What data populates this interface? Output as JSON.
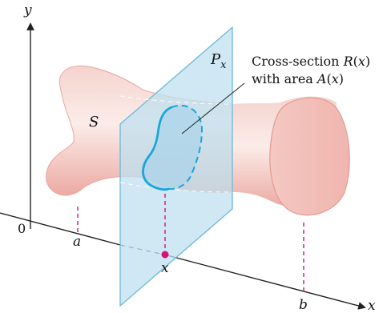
{
  "diagram": {
    "axis_labels": {
      "y": "y",
      "x": "x",
      "origin": "0"
    },
    "solid_label": "S",
    "plane_label": {
      "base": "P",
      "sub": "x"
    },
    "cross_section_text": {
      "line1_prefix": "Cross-section ",
      "line1_var": "R",
      "line1_paren_open": "(",
      "line1_arg": "x",
      "line1_paren_close": ")",
      "line2_prefix": "with area ",
      "line2_var": "A",
      "line2_paren_open": "(",
      "line2_arg": "x",
      "line2_paren_close": ")"
    },
    "points": {
      "a": "a",
      "x": "x",
      "b": "b"
    },
    "colors": {
      "solid_fill": "#f2c1bb",
      "solid_edge": "#e7a39b",
      "plane_fill": "#bfe0ef",
      "plane_edge": "#6cb9da",
      "cross_section": "#1aa6d8",
      "dashed_magenta": "#d6127a",
      "point": "#d6127a",
      "axes": "#222222"
    }
  }
}
